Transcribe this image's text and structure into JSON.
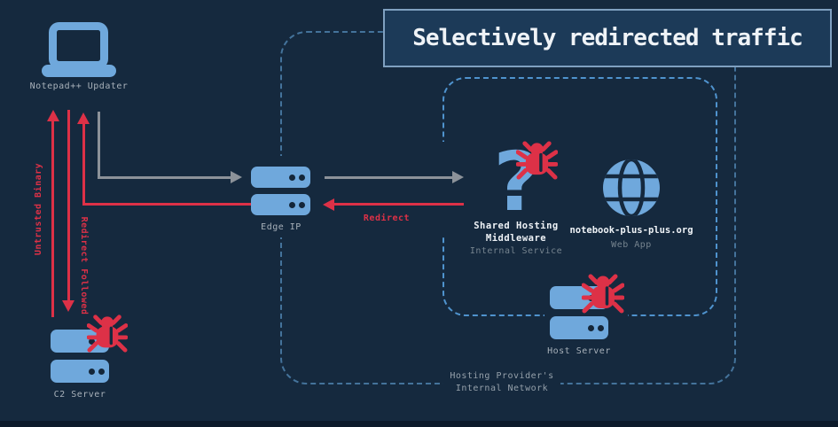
{
  "title": "Selectively redirected traffic",
  "icons": {
    "question_mark": "?"
  },
  "nodes": {
    "updater": {
      "label": "Notepad++ Updater"
    },
    "edge_ip": {
      "label": "Edge IP"
    },
    "middleware": {
      "label_line1": "Shared Hosting",
      "label_line2": "Middleware",
      "sublabel": "Internal Service"
    },
    "web_app": {
      "label": "notebook-plus-plus.org",
      "sublabel": "Web App"
    },
    "host_server": {
      "label": "Host Server"
    },
    "c2_server": {
      "label": "C2 Server"
    }
  },
  "flows": {
    "untrusted_binary": "Untrusted Binary",
    "redirect_followed": "Redirect Followed",
    "redirect": "Redirect"
  },
  "network": {
    "label_line1": "Hosting Provider's",
    "label_line2": "Internal Network"
  },
  "colors": {
    "background": "#15293e",
    "icon_blue": "#6fa8dc",
    "alert_red": "#dd3147",
    "flow_gray": "#8c9299",
    "outer_boundary_dash": "#44739b",
    "inner_boundary_dash": "#4f93ce",
    "title_box_fill": "#1c3a58",
    "title_box_border": "#7fa0c0",
    "label_gray": "#a7b0b9",
    "label_dim": "#76848f",
    "text_white": "#eff3f7"
  }
}
